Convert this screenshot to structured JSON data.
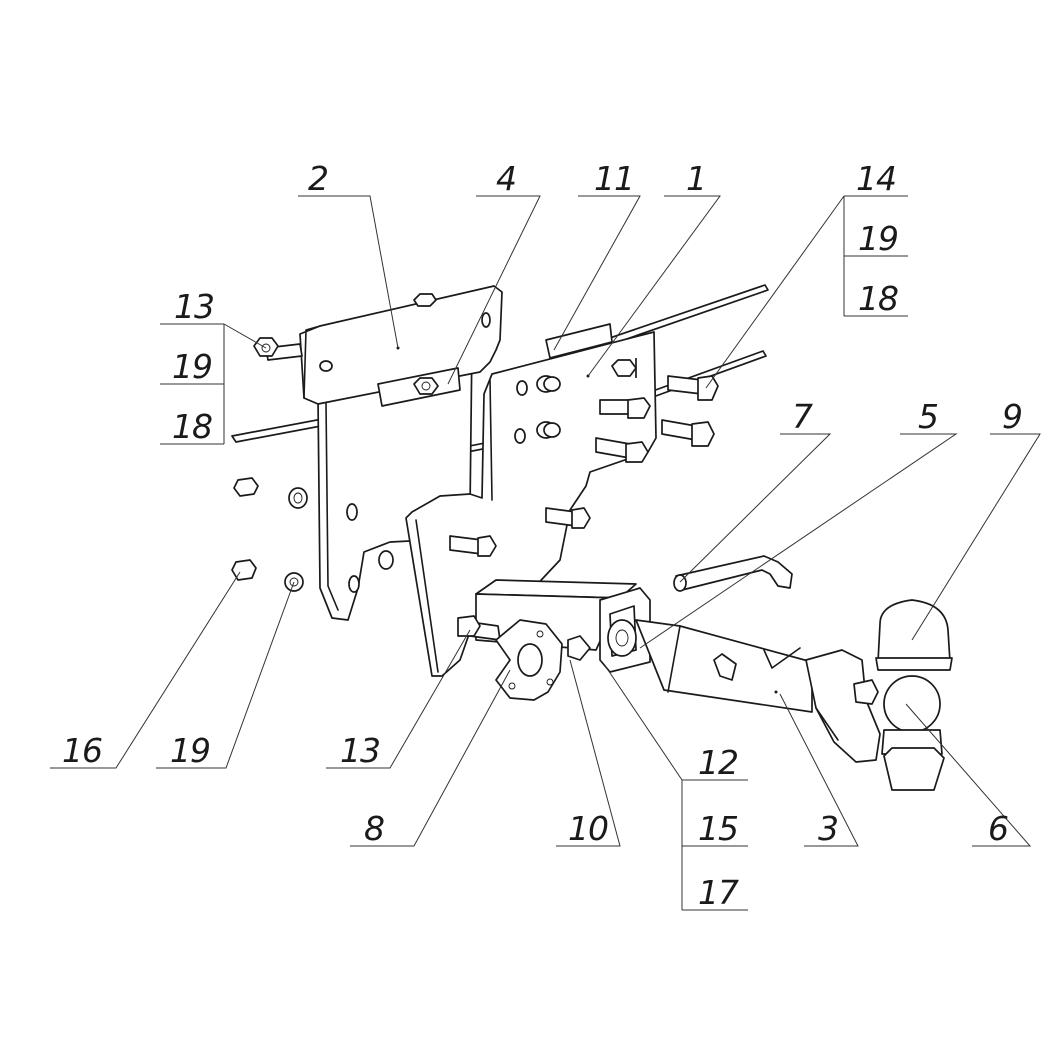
{
  "callouts": {
    "c1": "1",
    "c2": "2",
    "c3": "3",
    "c4": "4",
    "c5": "5",
    "c6": "6",
    "c7": "7",
    "c8": "8",
    "c9": "9",
    "c10": "10",
    "c11": "11",
    "c12": "12",
    "c13_top": "13",
    "c13_bottom": "13",
    "c14": "14",
    "c15": "15",
    "c16": "16",
    "c17": "17",
    "c18_left": "18",
    "c18_right": "18",
    "c19_left": "19",
    "c19_right": "19",
    "c19_bottom": "19"
  },
  "colors": {
    "line": "#1a1a1a",
    "background": "#ffffff"
  }
}
